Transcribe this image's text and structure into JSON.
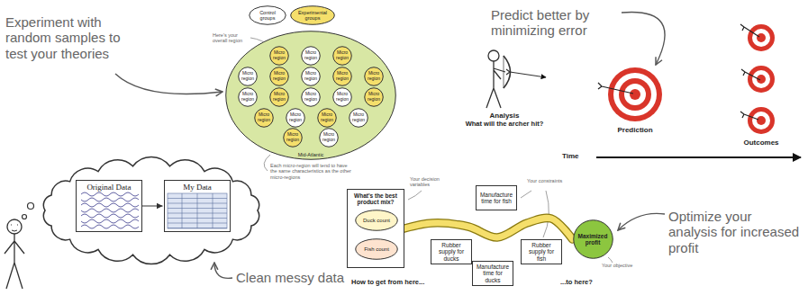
{
  "diagram": {
    "nodes": [
      {
        "text": [
          "Control groups"
        ]
      },
      {
        "text": [
          "Experimental groups"
        ]
      },
      {
        "text": [
          "Mid-Atlantic"
        ]
      },
      {
        "text": [
          "Micro region"
        ],
        "in": 2
      },
      {
        "text": [
          "Micro region"
        ],
        "in": 2
      },
      {
        "text": [
          "Micro region"
        ],
        "in": 2
      },
      {
        "text": [
          "Micro region"
        ],
        "in": 2
      },
      {
        "text": [
          "Micro region"
        ],
        "in": 2
      },
      {
        "text": [
          "Micro region"
        ],
        "in": 2
      },
      {
        "text": [
          "Micro region"
        ],
        "in": 2
      },
      {
        "text": [
          "Micro region"
        ],
        "in": 2
      },
      {
        "text": [
          "Micro region"
        ],
        "in": 2
      },
      {
        "text": [
          "Micro region"
        ],
        "in": 2
      },
      {
        "text": [
          "Micro region"
        ],
        "in": 2
      },
      {
        "text": [
          "Micro region"
        ],
        "in": 2
      },
      {
        "text": [
          "Micro region"
        ],
        "in": 2
      },
      {
        "text": [
          "Micro region"
        ],
        "in": 2
      },
      {
        "text": [
          "Micro region"
        ],
        "in": 2
      },
      {
        "text": [
          "Micro region"
        ],
        "in": 2
      },
      {
        "text": [
          "Micro region"
        ],
        "in": 2
      },
      {
        "text": [
          "Micro region"
        ],
        "in": 2
      },
      {
        "text": [
          "Micro region"
        ],
        "in": 2
      },
      {
        "text": [
          "Original Data"
        ]
      },
      {
        "text": [
          "My Data"
        ]
      },
      {
        "text": [
          "What's the best product mix?"
        ]
      },
      {
        "text": [
          "Duck count"
        ],
        "in": 24
      },
      {
        "text": [
          "Fish count"
        ],
        "in": 24
      },
      {
        "text": [
          "Manufacture time for fish"
        ]
      },
      {
        "text": [
          "Rubber supply for ducks"
        ]
      },
      {
        "text": [
          "Rubber supply for fish"
        ]
      },
      {
        "text": [
          "Manufacture time for ducks"
        ]
      },
      {
        "text": [
          "Maximized profit"
        ]
      }
    ],
    "edges": [
      {
        "from": 22,
        "to": 23,
        "arrow": "to"
      },
      {
        "from": 24,
        "to": 31,
        "arrow": "none"
      }
    ],
    "labels": [
      "Experiment with random samples to test your theories",
      "Here's your overall region",
      "Each micro-region will tend to have the same characteristics as the other micro-regions",
      "Predict better by minimizing error",
      "Analysis",
      "What will the archer hit?",
      "Prediction",
      "Outcomes",
      "Time",
      "Clean messy data",
      "Your decision variables",
      "Your constraints",
      "Your objective",
      "How to get from here...",
      "...to here?",
      "Optimize your analysis for increased profit"
    ]
  }
}
